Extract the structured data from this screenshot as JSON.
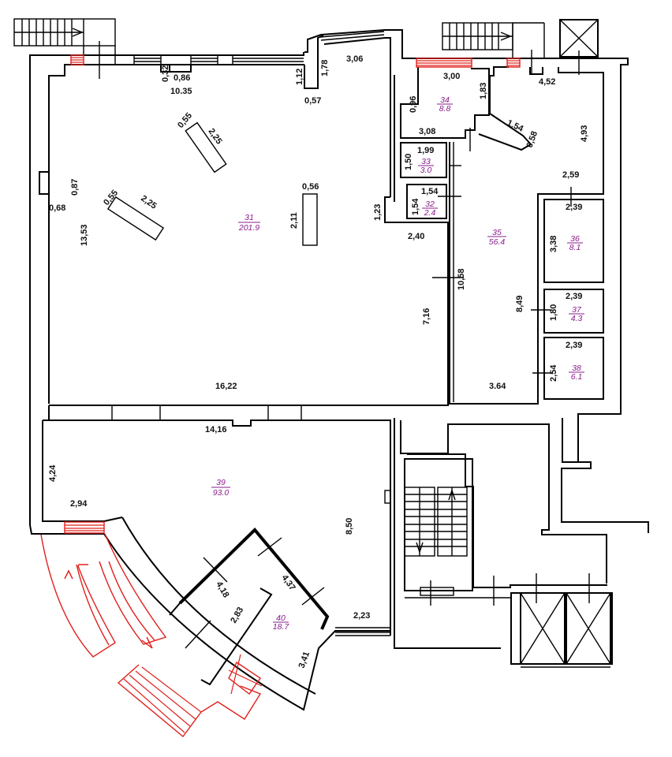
{
  "colors": {
    "walls": "#000000",
    "exits": "#e0201c",
    "room_labels": "#8a1c8c"
  },
  "rooms": [
    {
      "id": "31",
      "number": "31",
      "area": "201.9"
    },
    {
      "id": "32",
      "number": "32",
      "area": "2.4"
    },
    {
      "id": "33",
      "number": "33",
      "area": "3.0"
    },
    {
      "id": "34",
      "number": "34",
      "area": "8.8"
    },
    {
      "id": "35",
      "number": "35",
      "area": "56.4"
    },
    {
      "id": "36",
      "number": "36",
      "area": "8.1"
    },
    {
      "id": "37",
      "number": "37",
      "area": "4.3"
    },
    {
      "id": "38",
      "number": "38",
      "area": "6.1"
    },
    {
      "id": "39",
      "number": "39",
      "area": "93.0"
    },
    {
      "id": "40",
      "number": "40",
      "area": "18.7"
    }
  ],
  "dimensions": {
    "d_0_32": "0,32",
    "d_0_86": "0,86",
    "d_10_35": "10.35",
    "d_1_12": "1,12",
    "d_1_78": "1,78",
    "d_3_06": "3,06",
    "d_0_57": "0,57",
    "d_0_55_a": "0,55",
    "d_2_25_a": "2,25",
    "d_0_55_b": "0,55",
    "d_2_25_b": "2,25",
    "d_0_87": "0,87",
    "d_0_68": "0,68",
    "d_13_53": "13,53",
    "d_0_56": "0,56",
    "d_2_11": "2,11",
    "d_1_23": "1,23",
    "d_2_40": "2,40",
    "d_7_16": "7,16",
    "d_16_22": "16,22",
    "d_3_00": "3,00",
    "d_0_96": "0,96",
    "d_1_83": "1,83",
    "d_3_08": "3,08",
    "d_1_54_a": "1,54",
    "d_0_58": "0,58",
    "d_4_52": "4,52",
    "d_4_93": "4,93",
    "d_1_99": "1,99",
    "d_1_50": "1,50",
    "d_1_54_b": "1,54",
    "d_1_54_c": "1,54",
    "d_2_59": "2,59",
    "d_2_39_a": "2,39",
    "d_3_38": "3,38",
    "d_10_58": "10,58",
    "d_8_49": "8,49",
    "d_2_39_b": "2,39",
    "d_1_80": "1,80",
    "d_2_39_c": "2,39",
    "d_2_54": "2,54",
    "d_3_64": "3.64",
    "d_14_16": "14,16",
    "d_4_24": "4,24",
    "d_2_94": "2,94",
    "d_8_50": "8,50",
    "d_4_18": "4,18",
    "d_4_37": "4,37",
    "d_2_83": "2,83",
    "d_2_23": "2,23",
    "d_3_41": "3,41"
  }
}
